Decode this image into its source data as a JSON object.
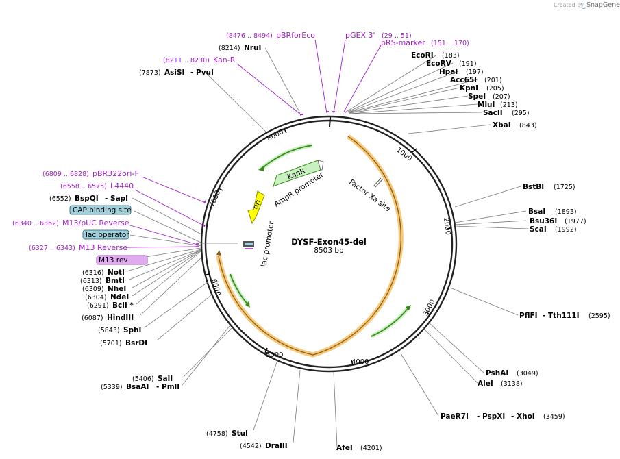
{
  "credit": {
    "prefix": "Created by",
    "brand": "SnapGene"
  },
  "plasmid": {
    "name": "DYSF-Exon45-del",
    "length": "8503 bp"
  },
  "ticks": [
    "1000",
    "2000",
    "3000",
    "4000",
    "5000",
    "6000",
    "7000",
    "8000"
  ],
  "enzymes": {
    "ecori": "EcoRI",
    "ecori_pos": "(183)",
    "ecorv": "EcoRV",
    "ecorv_pos": "(191)",
    "hpai": "HpaI",
    "hpai_pos": "(197)",
    "acc65i": "Acc65I",
    "acc65i_pos": "(201)",
    "kpni": "KpnI",
    "kpni_pos": "(205)",
    "spei": "SpeI",
    "spei_pos": "(207)",
    "mlui": "MluI",
    "mlui_pos": "(213)",
    "sacii": "SacII",
    "sacii_pos": "(295)",
    "xbai": "XbaI",
    "xbai_pos": "(843)",
    "bstbi": "BstBI",
    "bstbi_pos": "(1725)",
    "bsai": "BsaI",
    "bsai_pos": "(1893)",
    "bsu36i": "Bsu36I",
    "bsu36i_pos": "(1977)",
    "scai": "ScaI",
    "scai_pos": "(1992)",
    "pflfi": "PflFI",
    "tth111i": "- Tth111I",
    "pflfi_pos": "(2595)",
    "pshai": "PshAI",
    "pshai_pos": "(3049)",
    "alei": "AleI",
    "alei_pos": "(3138)",
    "paer7i": "PaeR7I",
    "pspxi": "- PspXI",
    "xhoi": "- XhoI",
    "paer7i_pos": "(3459)",
    "afei": "AfeI",
    "afei_pos": "(4201)",
    "draiii": "DraIII",
    "draiii_pos": "(4542)",
    "stui": "StuI",
    "stui_pos": "(4758)",
    "sali": "SalI",
    "sali_pos": "(5406)",
    "bsaai": "BsaAI",
    "pmli": "- PmlI",
    "bsaai_pos": "(5339)",
    "bsrdi": "BsrDI",
    "bsrdi_pos": "(5701)",
    "sphi": "SphI",
    "sphi_pos": "(5843)",
    "hindiii": "HindIII",
    "hindiii_pos": "(6087)",
    "bcli": "BclI *",
    "bcli_pos": "(6291)",
    "ndei": "NdeI",
    "ndei_pos": "(6304)",
    "nhei": "NheI",
    "nhei_pos": "(6309)",
    "bmti": "BmtI",
    "bmti_pos": "(6313)",
    "noti": "NotI",
    "noti_pos": "(6316)",
    "bspqi": "BspQI",
    "sapi": "- SapI",
    "bspqi_pos": "(6552)",
    "asisi": "AsiSI",
    "pvui": "- PvuI",
    "asisi_pos": "(7873)",
    "nrui": "NruI",
    "nrui_pos": "(8214)"
  },
  "primers": {
    "pbrforeco": "pBRforEco",
    "pbrforeco_pos": "(8476 .. 8494)",
    "pgex3": "pGEX 3'",
    "pgex3_pos": "(29 .. 51)",
    "prsmarker": "pRS-marker",
    "prsmarker_pos": "(151 .. 170)",
    "kanr": "Kan-R",
    "kanr_pos": "(8211 .. 8230)",
    "pbr322ori": "pBR322ori-F",
    "pbr322ori_pos": "(6809 .. 6828)",
    "l4440": "L4440",
    "l4440_pos": "(6558 .. 6575)",
    "m13puc": "M13/pUC Reverse",
    "m13puc_pos": "(6340 .. 6362)",
    "m13rev": "M13 Reverse",
    "m13rev_pos": "(6327 .. 6343)"
  },
  "boxes": {
    "cap": "CAP binding site",
    "lacop": "lac operator",
    "m13rev": "M13 rev"
  },
  "features": {
    "kanr": "KanR",
    "ampr_promoter": "AmpR promoter",
    "ori": "ori",
    "lac_promoter": "lac promoter",
    "factor_xa": "Factor Xa site"
  },
  "colors": {
    "primer": "#a020c8",
    "orf": "#3a8a1a",
    "orf_fill": "#c8f0c0",
    "ori": "#ffff00",
    "highlight": "#f5c87a",
    "box_blue": "#9fd0dc",
    "box_purple": "#e1aaf0"
  }
}
